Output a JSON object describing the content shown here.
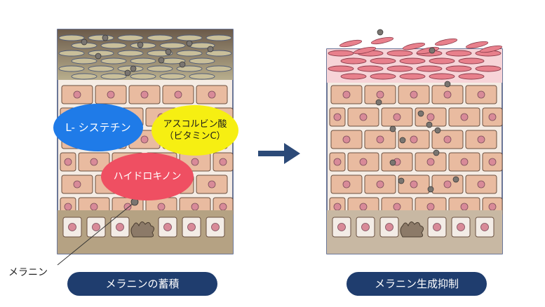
{
  "left_panel": {
    "caption": "メラニンの蓄積",
    "agents": [
      {
        "label": "L- システチン",
        "color": "#1f7be8",
        "text_color": "#ffffff"
      },
      {
        "label": "アスコルビン酸\n（ビタミンC）",
        "color": "#f6ef12",
        "text_color": "#1a1a1a"
      },
      {
        "label": "ハイドロキノン",
        "color": "#ef4f62",
        "text_color": "#ffffff"
      }
    ],
    "pointer_label": "メラニン"
  },
  "right_panel": {
    "caption": "メラニン生成抑制"
  },
  "colors": {
    "caption_bg": "#1f3d6e",
    "arrow": "#2c4a78",
    "cell_fill": "#e9bba0",
    "cell_border": "#6a5040",
    "nucleus": "#d88a98",
    "melanin": "#7a7570",
    "layer_bg": "#f5ece4",
    "stratum_top_left": "#b7ad8c",
    "stratum_top_right": "#f6d6da",
    "flake_right": "#e8808c"
  }
}
